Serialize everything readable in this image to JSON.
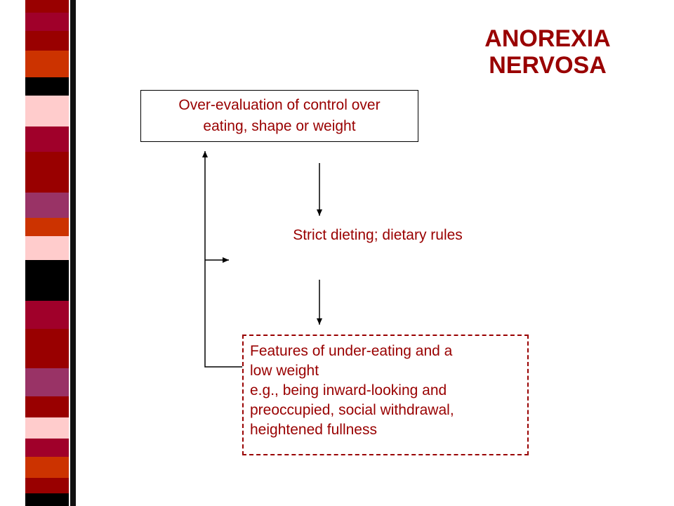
{
  "title": {
    "line1": "ANOREXIA",
    "line2": "NERVOSA"
  },
  "boxes": {
    "top": {
      "line1": "Over-evaluation of control over",
      "line2": "eating, shape or weight"
    },
    "middle": "Strict dieting; dietary rules",
    "bottom": {
      "line1": "Features of under-eating and a",
      "line2": "low weight",
      "line3": "e.g., being inward-looking and",
      "line4": "preoccupied, social withdrawal,",
      "line5": "heightened fullness"
    }
  },
  "colors": {
    "text": "#990000",
    "stripe": [
      "#990000",
      "#a0002a",
      "#000000",
      "#ffcccc",
      "#cc3300",
      "#993366"
    ]
  }
}
